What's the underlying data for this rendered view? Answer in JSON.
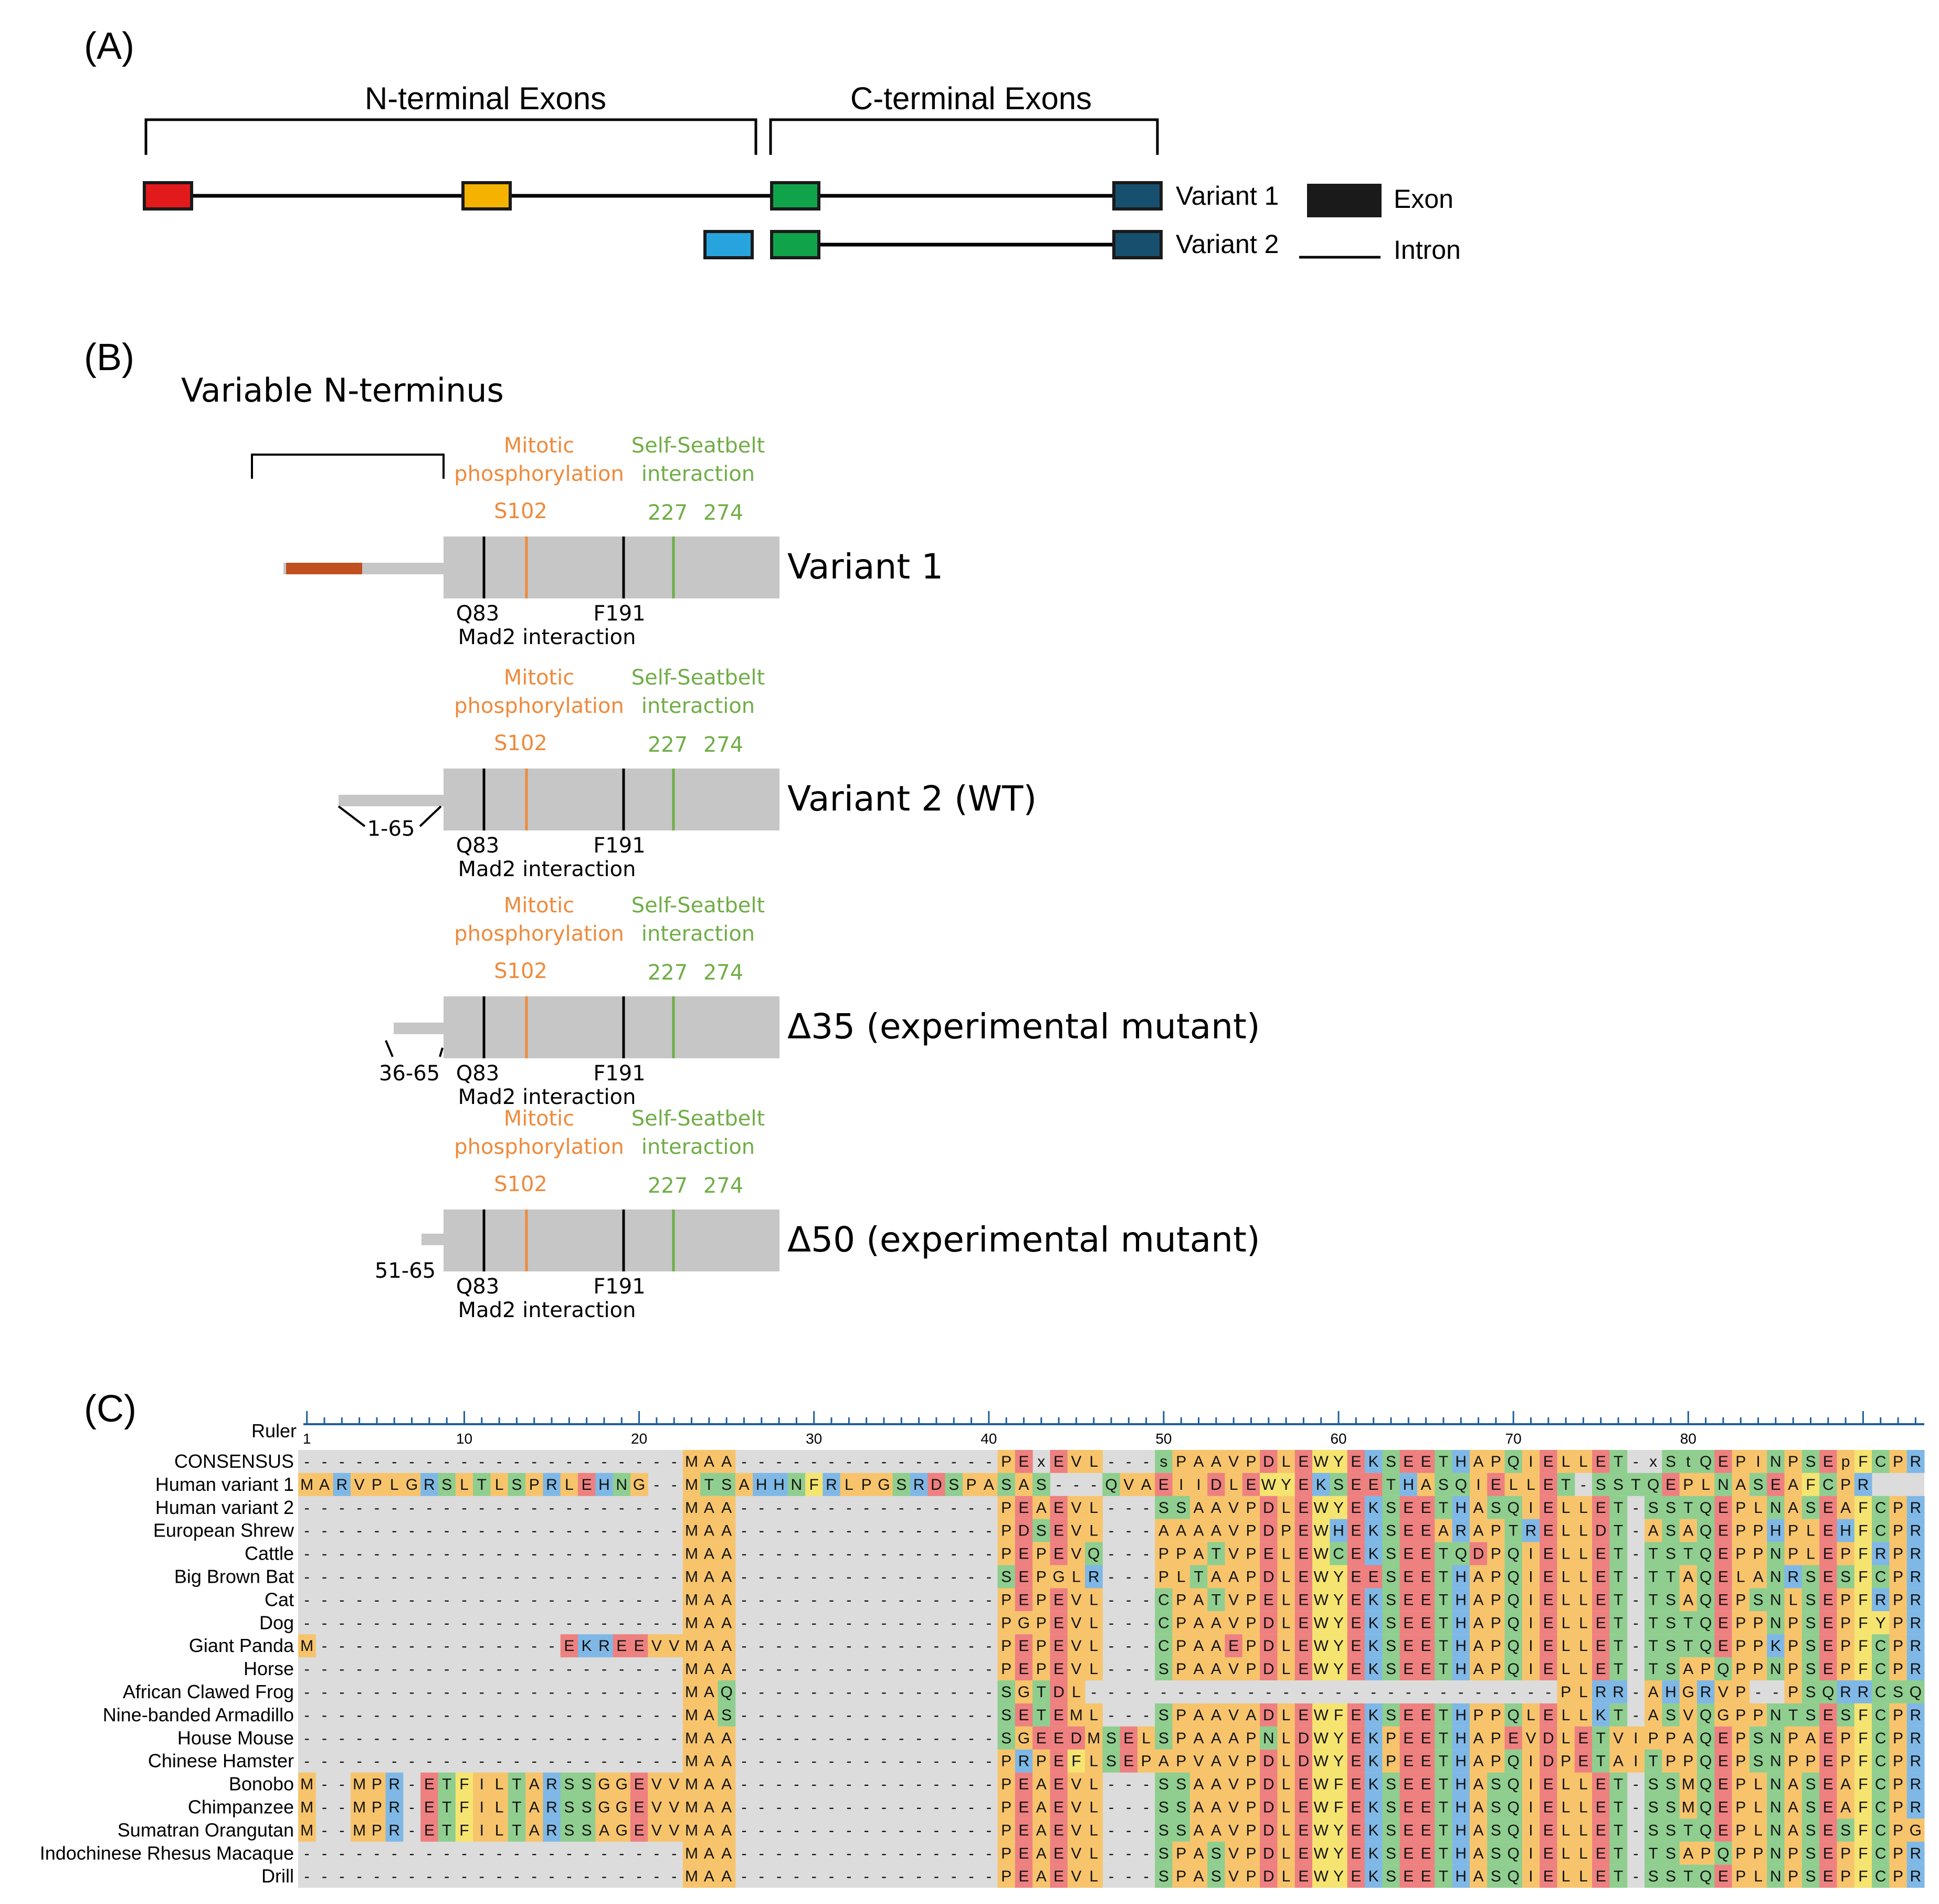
{
  "panel_a": {
    "label": "(A)",
    "n_terminal_label": "N-terminal Exons",
    "c_terminal_label": "C-terminal Exons",
    "variant1_label": "Variant 1",
    "variant2_label": "Variant 2",
    "legend_exon": "Exon",
    "legend_intron": "Intron",
    "variant1_exons": [
      {
        "color": "#e31a1c"
      },
      {
        "color": "#f5b300"
      },
      {
        "color": "#11a34a"
      },
      {
        "color": "#16506e"
      }
    ],
    "variant2_exons": [
      {
        "color": "#27a4dd"
      },
      {
        "color": "#11a34a"
      },
      {
        "color": "#16506e"
      }
    ]
  },
  "panel_b": {
    "label": "(B)",
    "title": "Variable N-terminus",
    "colors": {
      "orange": "#ee8a3c",
      "green": "#70ad47",
      "gray": "#c6c6c6",
      "rust": "#c0501f"
    },
    "mitotic_line1": "Mitotic",
    "mitotic_line2": "phosphorylation",
    "s102": "S102",
    "seatbelt_line1": "Self-Seatbelt",
    "seatbelt_line2": "interaction",
    "pos_227": "227",
    "pos_274": "274",
    "q83": "Q83",
    "f191": "F191",
    "mad2": "Mad2 interaction",
    "variants": [
      {
        "name": "Variant 1",
        "deletion": ""
      },
      {
        "name": "Variant 2 (WT)",
        "deletion": "1-65"
      },
      {
        "name": "Δ35 (experimental mutant)",
        "deletion": "36-65"
      },
      {
        "name": "Δ50 (experimental mutant)",
        "deletion": "51-65"
      }
    ]
  },
  "panel_c": {
    "label": "(C)",
    "ruler_label": "Ruler",
    "ruler_ticks": [
      "1",
      "10",
      "20",
      "30",
      "40",
      "50",
      "60",
      "70",
      "80"
    ],
    "colors": {
      "gap_bg": "#dcdcdc",
      "A": "#f7c46c",
      "P": "#f7c46c",
      "G": "#f7c46c",
      "V": "#f7c46c",
      "L": "#f7c46c",
      "I": "#f7c46c",
      "M": "#f7c46c",
      "S": "#8fce8f",
      "T": "#8fce8f",
      "Q": "#8fce8f",
      "N": "#8fce8f",
      "C": "#8fce8f",
      "E": "#ee8080",
      "D": "#ee8080",
      "K": "#7fb8e6",
      "R": "#7fb8e6",
      "H": "#7fb8e6",
      "W": "#f5e470",
      "Y": "#f5e470",
      "F": "#f5e470"
    },
    "rows": [
      {
        "name": "CONSENSUS",
        "seq": "----------------------MAA---------------PExEVL---sPAAVPDLEWYEKSEETHAPQIELLET-xStQEPINPSEpFCPR"
      },
      {
        "name": "Human variant 1",
        "seq": "MARVPLGRSLTLSPRLEHNG--MTSAHHNFRLPGSRDSPASAS---QVAEIIDLEWYEKSEETHASQIELLET-SSTQEPLNASEAFCPR"
      },
      {
        "name": "Human variant 2",
        "seq": "----------------------MAA---------------PEAEVL---SSAAVPDLEWYEKSEETHASQIELLET-SSTQEPLNASEAFCPR"
      },
      {
        "name": "European Shrew",
        "seq": "----------------------MAA---------------PDSEVL---AAAAVPDPEWHEKSEEARAPTRELLDT-ASAQEPPHPLEHFCPR"
      },
      {
        "name": "Cattle",
        "seq": "----------------------MAA---------------PEPEVQ---PPATVPELEWCEKSEETQDPQIELLET-TSTQEPPNPLEPFRPR"
      },
      {
        "name": "Big Brown Bat",
        "seq": "----------------------MAA---------------SEPGLR---PLTAAPDLEWYEESEETHAPQIELLET-TTAQELANRSESFCPR"
      },
      {
        "name": "Cat",
        "seq": "----------------------MAA---------------PEPEVL---CPATVPELEWYEKSEETHAPQIELLET-TSAQEPSNLSEPFRPR"
      },
      {
        "name": "Dog",
        "seq": "----------------------MAA---------------PGPEVL---CPAAVPDLEWYEKSEETHAPQIELLET-TSTQEPPNPSEPFYPR"
      },
      {
        "name": "Giant Panda",
        "seq": "M--------------EKREEVVMAA---------------PEPEVL---CPAAEPDLEWYEKSEETHAPQIELLET-TSTQEPPKPSEPFCPR"
      },
      {
        "name": "Horse",
        "seq": "----------------------MAA---------------PEPEVL---SPAAVPDLEWYEKSEETHAPQIELLET-TSAPQPPNPSEPFCPR"
      },
      {
        "name": "African Clawed Frog",
        "seq": "----------------------MAQ---------------SGTDL---------------------------PLRR-AHGRVP--PSQRRCSQ"
      },
      {
        "name": "Nine-banded Armadillo",
        "seq": "----------------------MAS---------------SETEML---SPAAVADLEWFEKSEETHPPQLELLKT-ASVQGPPNTSESFCPR"
      },
      {
        "name": "House Mouse",
        "seq": "----------------------MAA---------------SGEEDMSELSPAAAPNLDWYEKPEETHAPEVDLETVIPPAQEPSNPAEPFCPR"
      },
      {
        "name": "Chinese Hamster",
        "seq": "----------------------MAA---------------PRPEFLSEPAPVAVPDLDWYEKPEETHAPQIDPETAITPPQEPSNPPEPFCPR"
      },
      {
        "name": "Bonobo",
        "seq": "M--MPR-ETFILTARSSGGEVVMAA---------------PEAEVL---SSAAVPDLEWFEKSEETHASQIELLET-SSMQEPLNASEAFCPR"
      },
      {
        "name": "Chimpanzee",
        "seq": "M--MPR-ETFILTARSSGGEVVMAA---------------PEAEVL---SSAAVPDLEWFEKSEETHASQIELLET-SSMQEPLNASEAFCPR"
      },
      {
        "name": "Sumatran Orangutan",
        "seq": "M--MPR-ETFILTARSSAGEVVMAA---------------PEAEVL---SSAAVPDLEWYEKSEETHASQIELLET-SSTQEPLNASESFCPG"
      },
      {
        "name": "Indochinese Rhesus Macaque",
        "seq": "----------------------MAA---------------PEAEVL---SPASVPDLEWYEKSEETHASQIELLET-TSAPQPPNPSEPFCPR"
      },
      {
        "name": "Drill",
        "seq": "----------------------MAA---------------PEAEVL---SPASVPDLEWYEKSEETHASQIELLET-SSTQEPLNPSEPFCPR"
      }
    ]
  }
}
